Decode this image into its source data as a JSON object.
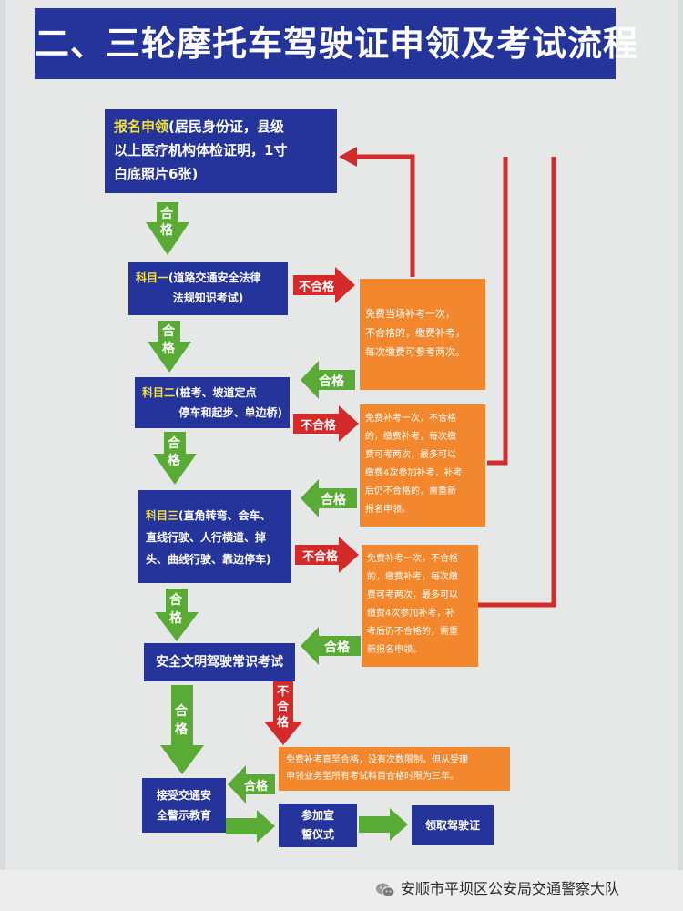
{
  "title": "二、三轮摩托车驾驶证申领及考试流程",
  "steps": {
    "apply": {
      "head": "报名申领",
      "line1_rest": "(居民身份证，县级",
      "line2": "以上医疗机构体检证明，1寸",
      "line3": "白底照片6张)"
    },
    "subject1": {
      "head": "科目一",
      "line1_rest": "(道路交通安全法律",
      "line2": "法规知识考试)"
    },
    "subject2": {
      "head": "科目二",
      "line1_rest": "(桩考、坡道定点",
      "line2": "停车和起步、单边桥)"
    },
    "subject3": {
      "head": "科目三",
      "line1_rest": "(直角转弯、会车、",
      "line2": "直线行驶、人行横道、掉",
      "line3": "头、曲线行驶、靠边停车)"
    },
    "safety": {
      "text": "安全文明驾驶常识考试"
    },
    "education": {
      "line1": "接受交通安",
      "line2": "全警示教育"
    },
    "oath": {
      "line1": "参加宣",
      "line2": "誓仪式"
    },
    "license": {
      "text": "领取驾驶证"
    }
  },
  "notes": {
    "n1": [
      "免费当场补考一次，",
      "不合格的，缴费补考，",
      "每次缴费可参考两次。"
    ],
    "n2": [
      "免费补考一次，不合格",
      "的，缴费补考，每次缴",
      "费可考两次，最多可以",
      "缴费4次参加补考，补考",
      "后仍不合格的，需重新",
      "报名申领。"
    ],
    "n3": [
      "免费补考一次，不合格",
      "的，缴费补考，每次缴",
      "费可考两次，最多可以",
      "缴费4次参加补考，补",
      "考后仍不合格的，需重",
      "新报名申领。"
    ],
    "n4": [
      "免费补考直至合格，没有次数限制，但从受理",
      "申领业务至所有考试科目合格时限为三年。"
    ]
  },
  "labels": {
    "pass": "合格",
    "pass_v1": "合",
    "pass_v2": "格",
    "fail": "不合格",
    "fail_v1": "不",
    "fail_v2": "合",
    "fail_v3": "格"
  },
  "footer": {
    "text": "安顺市平坝区公安局交通警察大队"
  },
  "colors": {
    "blue": "#24349a",
    "orange": "#f2872d",
    "green": "#5aab35",
    "red": "#d42a2a",
    "highlight": "#f5e23c"
  }
}
